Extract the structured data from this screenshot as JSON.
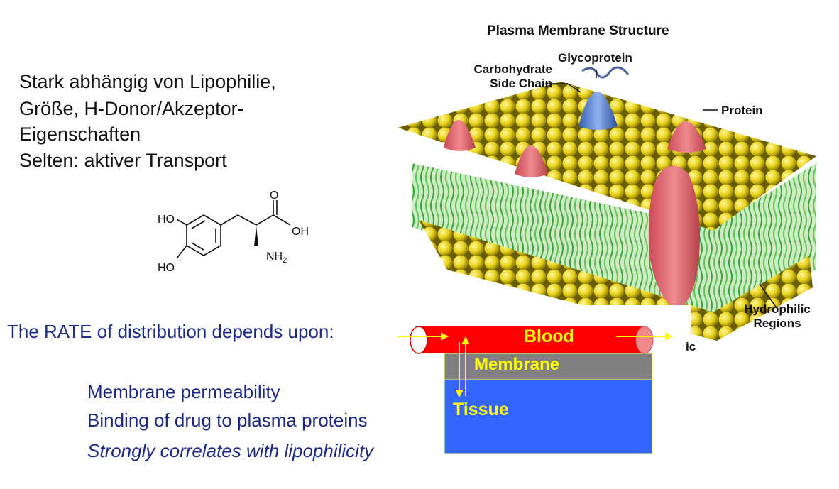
{
  "intro": {
    "lines": [
      "Stark abhängig von Lipophilie,",
      "Größe, H-Donor/Akzeptor-",
      "Eigenschaften",
      "Selten: aktiver Transport"
    ]
  },
  "molecule": {
    "labels": {
      "ho_top": "HO",
      "ho_bottom": "HO",
      "oh": "OH",
      "o": "O",
      "nh2_main": "NH",
      "nh2_sub": "2"
    }
  },
  "rate": {
    "heading": "The RATE of distribution depends upon:",
    "items": [
      "Membrane permeability",
      "Binding of drug to plasma proteins"
    ],
    "note": "Strongly correlates with lipophilicity"
  },
  "membrane_figure": {
    "title": "Plasma Membrane Structure",
    "labels": {
      "carbohydrate_1": "Carbohydrate",
      "carbohydrate_2": "Side Chain",
      "glycoprotein": "Glycoprotein",
      "protein": "Protein",
      "hydrophilic_1": "Hydrophilic",
      "hydrophilic_2": "Regions",
      "partial": "ic"
    },
    "colors": {
      "phospholipid_head": "#e8d21a",
      "lipid_tail": "#4fb845",
      "protein": "#e06a72",
      "glycoprotein": "#4d7fd6"
    }
  },
  "flow_diagram": {
    "blood_label": "Blood",
    "membrane_label": "Membrane",
    "tissue_label": "Tissue",
    "colors": {
      "blood": "#ff0000",
      "membrane": "#808080",
      "tissue": "#3366ff",
      "text": "#ffff00"
    }
  }
}
